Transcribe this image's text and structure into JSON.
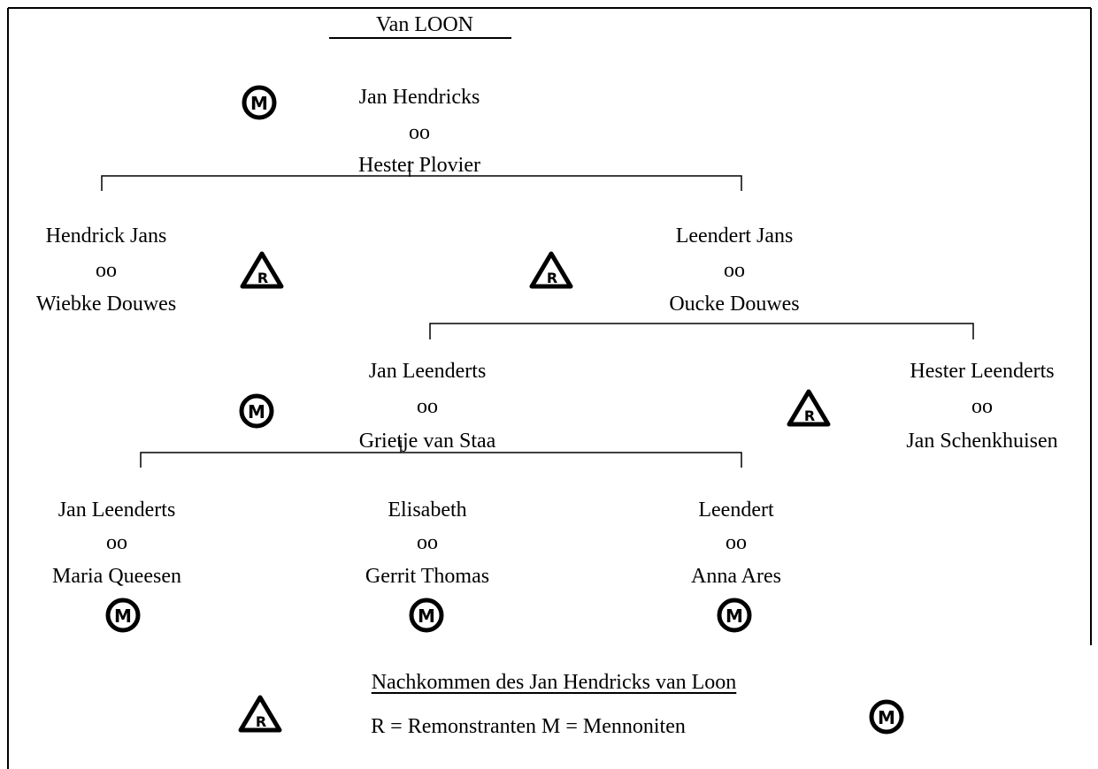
{
  "title": "Van LOON",
  "marriage_symbol": "oo",
  "root": {
    "husband": "Jan Hendricks",
    "wife": "Hester Plovier",
    "religion": "M"
  },
  "gen2": [
    {
      "husband": "Hendrick Jans",
      "wife": "Wiebke Douwes",
      "religion": "R"
    },
    {
      "husband": "Leendert Jans",
      "wife": "Oucke Douwes",
      "religion": "R"
    }
  ],
  "gen3": [
    {
      "husband": "Jan Leenderts",
      "wife": "Grietje van Staa",
      "religion": "M"
    },
    {
      "husband": "Hester Leenderts",
      "wife": "Jan Schenkhuisen",
      "religion": "R"
    }
  ],
  "gen4": [
    {
      "husband": "Jan Leenderts",
      "wife": "Maria Queesen",
      "religion": "M"
    },
    {
      "husband": "Elisabeth",
      "wife": "Gerrit Thomas",
      "religion": "M"
    },
    {
      "husband": "Leendert",
      "wife": "Anna Ares",
      "religion": "M"
    }
  ],
  "legend": {
    "caption": "Nachkommen des Jan Hendricks van Loon",
    "key_text": "R = Remonstranten M = Mennoniten",
    "remonstrant_letter": "R",
    "mennonite_letter": "M"
  },
  "icons": {
    "remonstrant": "triangle-r-icon",
    "mennonite": "circle-m-icon"
  }
}
